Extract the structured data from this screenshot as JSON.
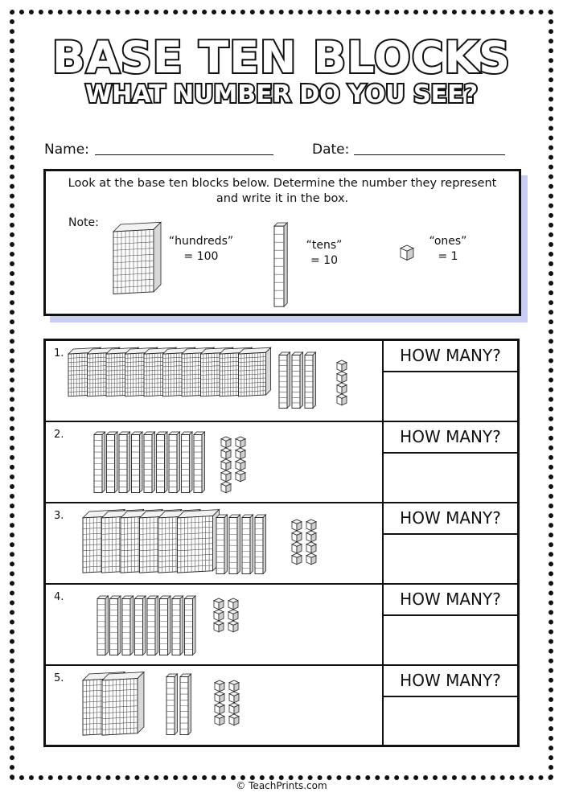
{
  "title": "BASE TEN BLOCKS",
  "subtitle": "WHAT NUMBER DO YOU SEE?",
  "name_label": "Name:",
  "date_label": "Date:",
  "instructions_line1": "Look at the base ten blocks below. Determine the number they represent",
  "instructions_line2": "and write it in the box.",
  "note_label": "Note:",
  "legend": {
    "hundreds_name": "“hundreds”",
    "hundreds_value": "= 100",
    "tens_name": "“tens”",
    "tens_value": "= 10",
    "ones_name": "“ones”",
    "ones_value": "= 1"
  },
  "problems": [
    {
      "number": "1.",
      "hundreds": 10,
      "tens": 3,
      "ones": 4,
      "prompt": "HOW MANY?"
    },
    {
      "number": "2.",
      "hundreds": 0,
      "tens": 9,
      "ones": 9,
      "prompt": "HOW MANY?"
    },
    {
      "number": "3.",
      "hundreds": 6,
      "tens": 4,
      "ones": 8,
      "prompt": "HOW MANY?"
    },
    {
      "number": "4.",
      "hundreds": 0,
      "tens": 8,
      "ones": 6,
      "prompt": "HOW MANY?"
    },
    {
      "number": "5.",
      "hundreds": 2,
      "tens": 2,
      "ones": 8,
      "prompt": "HOW MANY?"
    }
  ],
  "footer": "© TeachPrints.com"
}
